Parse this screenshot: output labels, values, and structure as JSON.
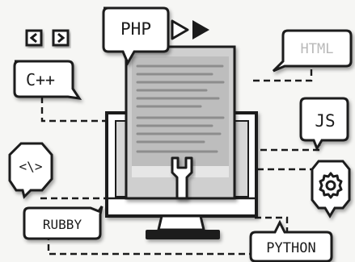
{
  "bubbles": {
    "php": "PHP",
    "cpp": "C++",
    "html": "HTML",
    "js": "JS",
    "html_tag": "<\\>",
    "ruby": "RUBBY",
    "python": "PYTHON"
  },
  "icons": {
    "prev": "chevron-left-icon",
    "next": "chevron-right-icon",
    "play": "play-icon",
    "wrench": "wrench-icon",
    "gear": "gear-icon"
  },
  "colors": {
    "ink": "#1b1b1b",
    "paper": "#ffffff",
    "screen": "#d7d7d7",
    "document": "#c9c9c9",
    "faded_text": "#b9b9b9"
  }
}
